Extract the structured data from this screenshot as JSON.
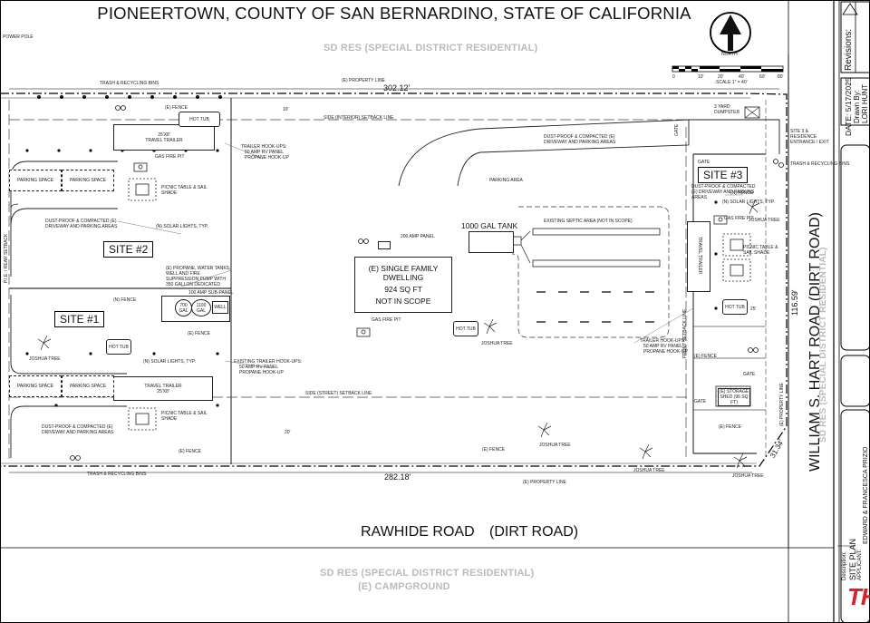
{
  "title": "PIONEERTOWN, COUNTY OF SAN BERNARDINO, STATE OF CALIFORNIA",
  "zones": {
    "top": "SD RES (SPECIAL DISTRICT RESIDENTIAL)",
    "bottom_1": "SD RES (SPECIAL DISTRICT RESIDENTIAL)",
    "bottom_2": "(E) CAMPGROUND",
    "right": "SD RES (SPECIAL DISTRICT RESIDENTIAL)"
  },
  "roads": {
    "south_name": "RAWHIDE ROAD",
    "south_type": "(DIRT ROAD)",
    "east": "WILLIAM S. HART ROAD   (DIRT ROAD)"
  },
  "north_arrow": {
    "label": "NORTH"
  },
  "scale": {
    "label": "SCALE 1\" = 40'",
    "ticks": [
      "0",
      "10'",
      "20'",
      "40'",
      "60'",
      "80'"
    ]
  },
  "dimensions": {
    "top": "302.12'",
    "bottom": "282.18'",
    "east": "116.59'",
    "corner": "31.34'",
    "gap1": "10'",
    "gap2": "20'",
    "gap3": "25'"
  },
  "sites": {
    "site1": "SITE #1",
    "site2": "SITE #2",
    "site3": "SITE #3"
  },
  "dwelling": {
    "line1": "(E) SINGLE FAMILY DWELLING",
    "line2": "924 SQ FT",
    "line3": "NOT IN SCOPE"
  },
  "tank": {
    "label": "1000 GAL TANK"
  },
  "labels": {
    "power_pole": "POWER POLE",
    "property_line": "(E) PROPERTY LINE",
    "trash": "TRASH & RECYCLING BINS",
    "fence": "(E) FENCE",
    "n_fence": "(N) FENCE",
    "side_interior": "SIDE (INTERIOR) SETBACK LINE",
    "side_street": "SIDE (STREET) SETBACK LINE",
    "front_setback": "FRONT SETBACK LINE",
    "rear_setback": "P.I.E. / REAR SETBACK",
    "hot_tub": "HOT TUB",
    "travel_trailer": "TRAVEL TRAILER",
    "trailer_size": "25'X8'",
    "gas_fire_pit": "GAS FIRE PIT",
    "picnic": "PICNIC TABLE & SAIL SHADE",
    "parking_space": "PARKING SPACE",
    "dust_proof": "DUST-PROOF & COMPACTED (E) DRIVEWAY AND PARKING AREAS",
    "solar": "(N) SOLAR LIGHTS, TYP.",
    "hookups_title": "TRAILER HOOK-UPS:",
    "hookup_50": "50 AMP RV PANEL",
    "hookup_propane": "PROPANE HOOK-UP",
    "existing_hookups": "EXISTING TRAILER HOOK-UPS:",
    "propane_well": "(E) PROPANE, WATER TANKS, WELL AND FIRE SUPPRESSION PUMP WITH 350 GALLON DEDICATED",
    "sub_panel": "100 AMP SUB-PANEL",
    "tank_700": "700 GAL",
    "tank_1100": "1100 GAL",
    "well": "WELL",
    "panel_200": "200 AMP PANEL",
    "septic": "EXISTING SEPTIC AREA (NOT IN SCOPE)",
    "parking_area": "PARKING AREA",
    "joshua_tree": "JOSHUA TREE",
    "dumpster": "3 YARD DUMPSTER",
    "entrance": "SITE 3 & RESIDENCE ENTRANCE / EXIT",
    "gate": "GATE",
    "storage": "(E) STORAGE SHED (96 SQ FT)"
  },
  "title_block": {
    "revisions": "Revisions:",
    "date": "DATE: 5/17/2025",
    "drawn_by": "Drawn By:",
    "drawn_name": "LORI HUNT",
    "description_label": "Description:",
    "description": "SITE PLAN",
    "applicant_label": "APPLICANT:",
    "applicant": "EDWARD & FRANCESCA PRIZIO",
    "logo_text": "TH M"
  }
}
